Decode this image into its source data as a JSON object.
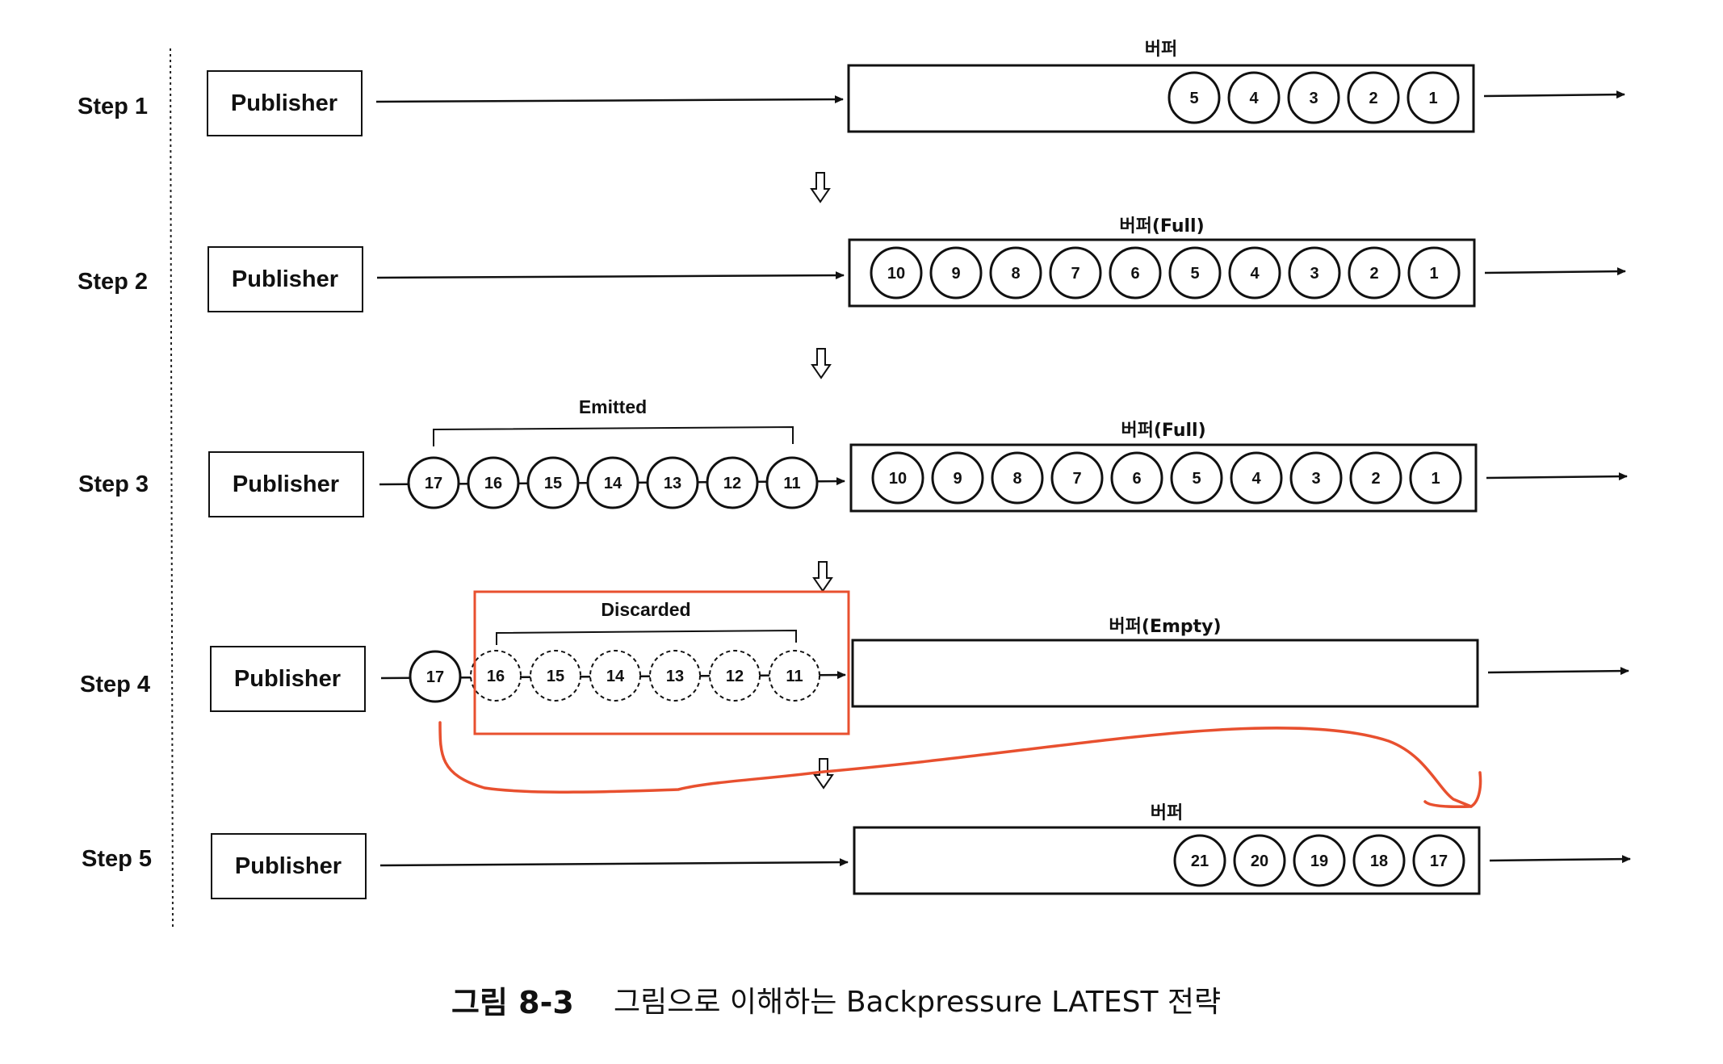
{
  "figure": {
    "caption_number": "그림 8-3",
    "caption_title": "그림으로 이해하는 Backpressure LATEST 전략",
    "accent_color": "#e8502f",
    "ink_color": "#111111"
  },
  "steps": [
    {
      "label": "Step 1",
      "publisher": "Publisher",
      "buffer_title": "버퍼",
      "emitted_label": "",
      "emitted": [],
      "buffer": [
        "5",
        "4",
        "3",
        "2",
        "1"
      ]
    },
    {
      "label": "Step 2",
      "publisher": "Publisher",
      "buffer_title": "버퍼(Full)",
      "emitted_label": "",
      "emitted": [],
      "buffer": [
        "10",
        "9",
        "8",
        "7",
        "6",
        "5",
        "4",
        "3",
        "2",
        "1"
      ]
    },
    {
      "label": "Step 3",
      "publisher": "Publisher",
      "buffer_title": "버퍼(Full)",
      "emitted_label": "Emitted",
      "emitted": [
        "17",
        "16",
        "15",
        "14",
        "13",
        "12",
        "11"
      ],
      "buffer": [
        "10",
        "9",
        "8",
        "7",
        "6",
        "5",
        "4",
        "3",
        "2",
        "1"
      ]
    },
    {
      "label": "Step 4",
      "publisher": "Publisher",
      "buffer_title": "버퍼(Empty)",
      "kept": "17",
      "discarded_label": "Discarded",
      "discarded": [
        "16",
        "15",
        "14",
        "13",
        "12",
        "11"
      ],
      "buffer": []
    },
    {
      "label": "Step 5",
      "publisher": "Publisher",
      "buffer_title": "버퍼",
      "emitted_label": "",
      "emitted": [],
      "buffer": [
        "21",
        "20",
        "19",
        "18",
        "17"
      ]
    }
  ]
}
